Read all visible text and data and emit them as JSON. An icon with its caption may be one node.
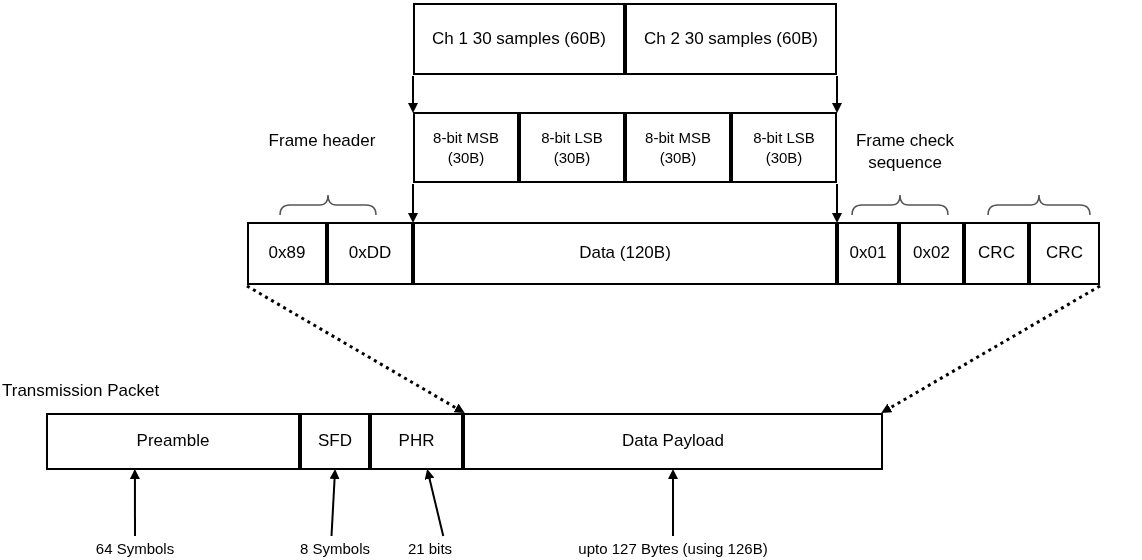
{
  "diagram": {
    "nodes": [
      {
        "text": [
          "Ch 1 30 samples (60B)"
        ]
      },
      {
        "text": [
          "Ch 2 30 samples (60B)"
        ]
      },
      {
        "text": [
          "8-bit MSB (30B)"
        ]
      },
      {
        "text": [
          "8-bit LSB (30B)"
        ]
      },
      {
        "text": [
          "8-bit MSB (30B)"
        ]
      },
      {
        "text": [
          "8-bit LSB (30B)"
        ]
      },
      {
        "text": [
          "0x89"
        ]
      },
      {
        "text": [
          "0xDD"
        ]
      },
      {
        "text": [
          "Data (120B)"
        ]
      },
      {
        "text": [
          "0x01"
        ]
      },
      {
        "text": [
          "0x02"
        ]
      },
      {
        "text": [
          "CRC"
        ]
      },
      {
        "text": [
          "CRC"
        ]
      },
      {
        "text": [
          "Preamble"
        ]
      },
      {
        "text": [
          "SFD"
        ]
      },
      {
        "text": [
          "PHR"
        ]
      },
      {
        "text": [
          "Data Payload"
        ]
      },
      {
        "text": [
          "64 Symbols"
        ]
      },
      {
        "text": [
          "8 Symbols"
        ]
      },
      {
        "text": [
          "21 bits"
        ]
      },
      {
        "text": [
          "upto 127 Bytes (using 126B)"
        ]
      }
    ],
    "edges": [
      {
        "from": 0,
        "to": 2,
        "arrow": "to"
      },
      {
        "from": 1,
        "to": 5,
        "arrow": "to"
      },
      {
        "from": 2,
        "to": 8,
        "arrow": "to"
      },
      {
        "from": 5,
        "to": 8,
        "arrow": "to"
      },
      {
        "from": 6,
        "to": 16,
        "arrow": "to",
        "style": "dashed"
      },
      {
        "from": 12,
        "to": 16,
        "arrow": "to",
        "style": "dashed"
      },
      {
        "from": 17,
        "to": 13,
        "arrow": "to"
      },
      {
        "from": 18,
        "to": 14,
        "arrow": "to"
      },
      {
        "from": 19,
        "to": 15,
        "arrow": "to"
      },
      {
        "from": 20,
        "to": 16,
        "arrow": "to"
      }
    ],
    "labels": [
      "Frame header",
      "Frame check sequence",
      "Transmission Packet"
    ]
  }
}
